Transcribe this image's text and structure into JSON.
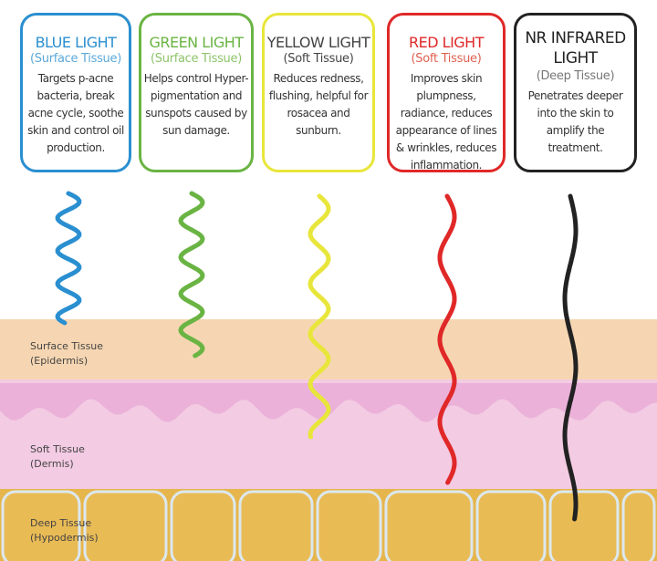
{
  "cards": [
    {
      "title": "BLUE LIGHT",
      "subtitle": "(Surface Tissue)",
      "desc": "Targets p-acne bacteria, break acne cycle, soothe skin and control oil production.",
      "color": "#2a8fd0",
      "subcolor": "#5aa8d8"
    },
    {
      "title": "GREEN LIGHT",
      "subtitle": "(Surface Tissue)",
      "desc": "Helps control Hyper-pigmentation and sunspots caused by sun damage.",
      "color": "#6ab443",
      "subcolor": "#8cc46a"
    },
    {
      "title": "YELLOW LIGHT",
      "subtitle": "(Soft Tissue)",
      "desc": "Reduces redness, flushing, helpful for rosacea and sunburn.",
      "color": "#e8e63a",
      "subcolor": "#444444",
      "titlecolor": "#444444"
    },
    {
      "title": "RED LIGHT",
      "subtitle": "(Soft Tissue)",
      "desc": "Improves skin plumpness, radiance, reduces appearance of lines & wrinkles, reduces inflammation.",
      "color": "#e02828",
      "subcolor": "#e06050"
    },
    {
      "title": "NR INFRARED LIGHT",
      "subtitle": "(Deep Tissue)",
      "desc": "Penetrates deeper into the skin to amplify the treatment.",
      "color": "#222222",
      "subcolor": "#777777"
    }
  ],
  "layers": [
    {
      "name": "Surface Tissue",
      "sub": "(Epidermis)",
      "color": "#f6d6b2"
    },
    {
      "name": "Soft Tissue",
      "sub": "(Dermis)",
      "color": "#f3cbe3"
    },
    {
      "name": "Deep Tissue",
      "sub": "(Hypodermis)",
      "color": "#e6b64c"
    }
  ]
}
